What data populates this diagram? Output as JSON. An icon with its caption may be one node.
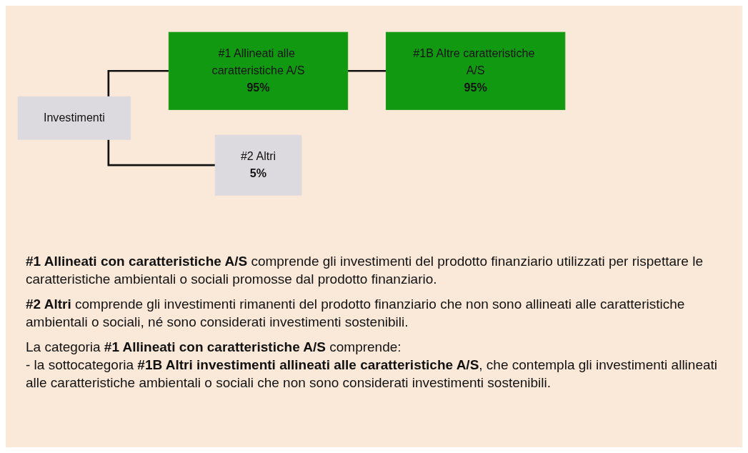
{
  "diagram": {
    "nodes": [
      {
        "text": [
          "Investimenti"
        ]
      },
      {
        "text": [
          "#1 Allineati alle caratteristiche A/S",
          "95%"
        ]
      },
      {
        "text": [
          "#1B Altre caratteristiche A/S",
          "95%"
        ]
      },
      {
        "text": [
          "#2 Altri",
          "5%"
        ]
      }
    ],
    "edges": [
      {
        "from": 0,
        "to": 1,
        "arrow": "none"
      },
      {
        "from": 0,
        "to": 3,
        "arrow": "none"
      },
      {
        "from": 1,
        "to": 2,
        "arrow": "none"
      }
    ],
    "labels": [
      "**#1 Allineati con caratteristiche A/S** comprende gli investimenti del prodotto finanziario utilizzati per rispettare le caratteristiche ambientali o sociali promosse dal prodotto finanziario.",
      "**#2 Altri** comprende gli investimenti rimanenti del prodotto finanziario che non sono allineati alle caratteristiche ambientali o sociali, né sono considerati investimenti sostenibili.",
      "La categoria **#1 Allineati con caratteristiche A/S** comprende:",
      "- la sottocategoria **#1B Altri investimenti allineati alle caratteristiche A/S**, che contempla gli investimenti allineati alle caratteristiche ambientali o sociali che non sono considerati investimenti sostenibili."
    ]
  }
}
